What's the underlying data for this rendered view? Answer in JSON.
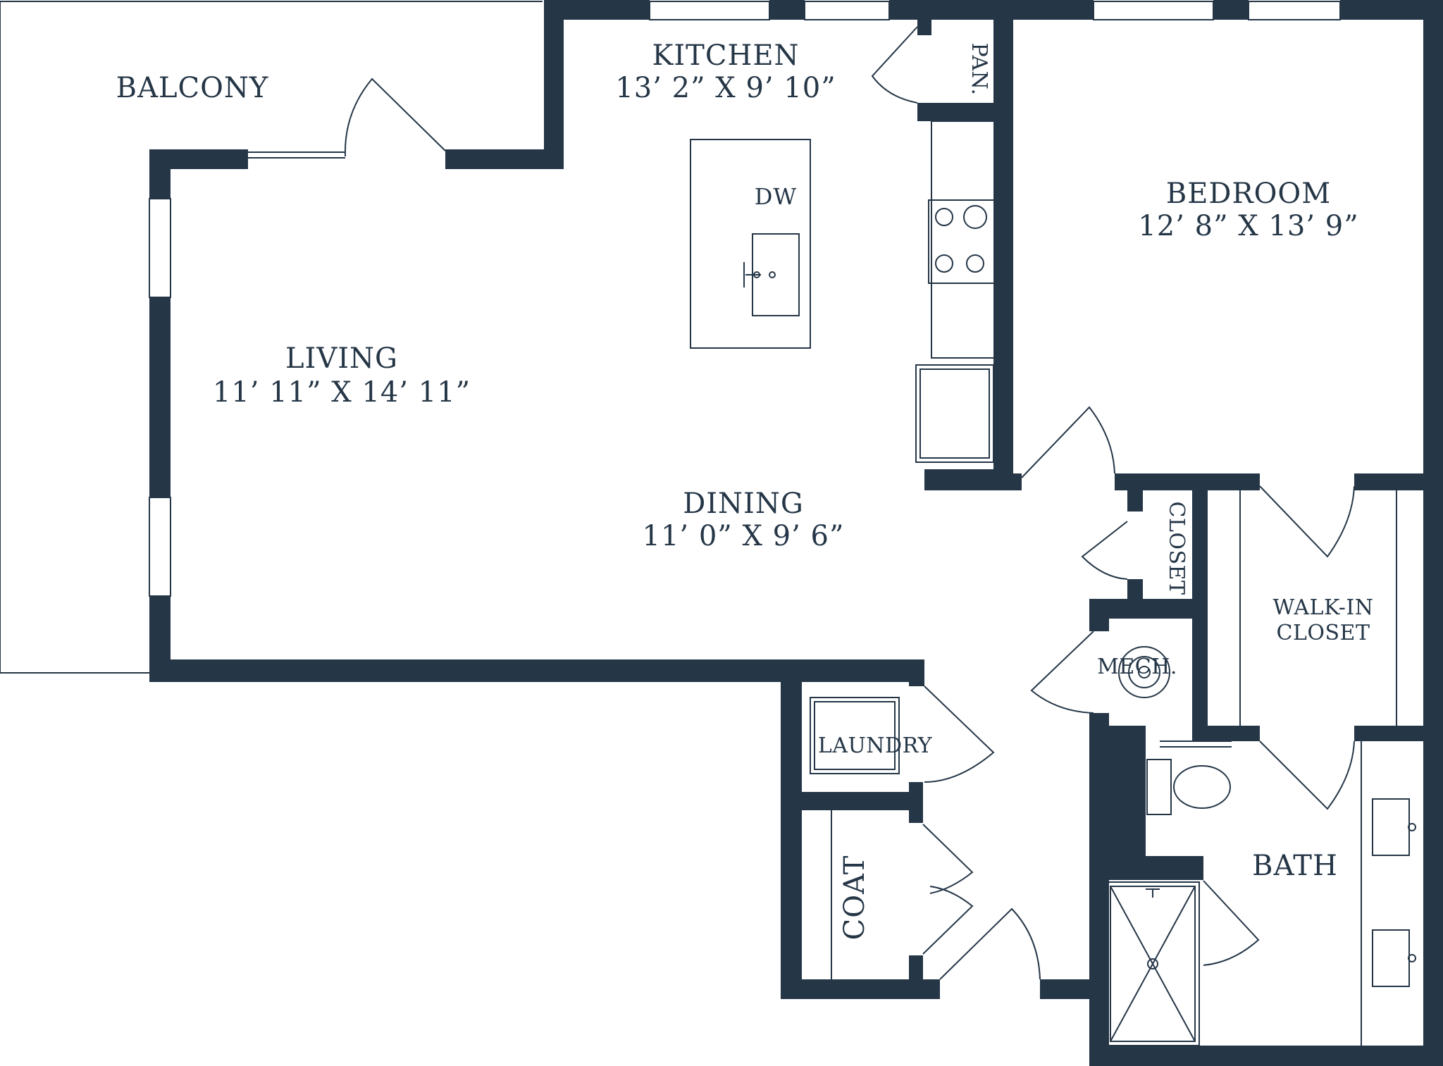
{
  "colors": {
    "wall": "#253647",
    "background": "#ffffff"
  },
  "rooms": {
    "balcony": {
      "name": "BALCONY"
    },
    "kitchen": {
      "name": "KITCHEN",
      "dims": "13’ 2” X 9’ 10”"
    },
    "pantry": {
      "name": "PAN."
    },
    "living": {
      "name": "LIVING",
      "dims": "11’ 11” X 14’ 11”"
    },
    "dining": {
      "name": "DINING",
      "dims": "11’ 0” X 9’ 6”"
    },
    "bedroom": {
      "name": "BEDROOM",
      "dims": "12’ 8” X 13’ 9”"
    },
    "closet": {
      "name": "CLOSET"
    },
    "walkin": {
      "line1": "WALK-IN",
      "line2": "CLOSET"
    },
    "mech": {
      "name": "MECH."
    },
    "laundry": {
      "name": "LAUNDRY"
    },
    "coat": {
      "name": "COAT"
    },
    "bath": {
      "name": "BATH"
    }
  },
  "fixtures": {
    "dishwasher": "DW"
  }
}
